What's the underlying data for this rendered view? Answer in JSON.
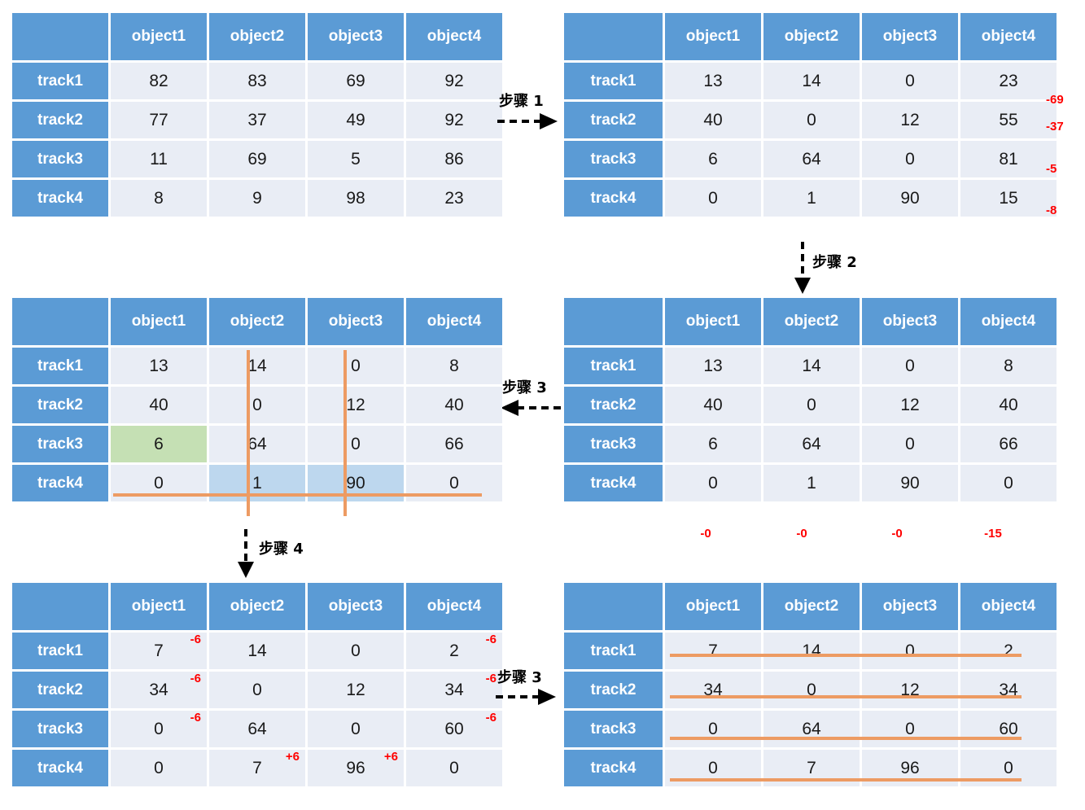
{
  "columns": [
    "object1",
    "object2",
    "object3",
    "object4"
  ],
  "rows": [
    "track1",
    "track2",
    "track3",
    "track4"
  ],
  "colors": {
    "header_blue": "#5b9bd5",
    "cell_gray": "#e9edf5",
    "highlight_green": "#c5e0b4",
    "highlight_blue": "#bdd7ee",
    "line_orange": "#ed9b63",
    "annotation_red": "#ff0000",
    "zero_green": "#70ad47"
  },
  "tables": {
    "t1": {
      "name": "original-cost-matrix",
      "values": [
        [
          "82",
          "83",
          "69",
          "92"
        ],
        [
          "77",
          "37",
          "49",
          "92"
        ],
        [
          "11",
          "69",
          "5",
          "86"
        ],
        [
          "8",
          "9",
          "98",
          "23"
        ]
      ]
    },
    "t2": {
      "name": "row-reduced-matrix",
      "values": [
        [
          "13",
          "14",
          "0",
          "23"
        ],
        [
          "40",
          "0",
          "12",
          "55"
        ],
        [
          "6",
          "64",
          "0",
          "81"
        ],
        [
          "0",
          "1",
          "90",
          "15"
        ]
      ],
      "row_reductions": [
        "-69",
        "-37",
        "-5",
        "-8"
      ]
    },
    "t3": {
      "name": "column-reduced-matrix",
      "values": [
        [
          "13",
          "14",
          "0",
          "8"
        ],
        [
          "40",
          "0",
          "12",
          "40"
        ],
        [
          "6",
          "64",
          "0",
          "66"
        ],
        [
          "0",
          "1",
          "90",
          "0"
        ]
      ],
      "col_reductions": [
        "-0",
        "-0",
        "-0",
        "-15"
      ]
    },
    "t4": {
      "name": "minimum-line-cover-matrix",
      "values": [
        [
          "13",
          "14",
          "0",
          "8"
        ],
        [
          "40",
          "0",
          "12",
          "40"
        ],
        [
          "6",
          "64",
          "0",
          "66"
        ],
        [
          "0",
          "1",
          "90",
          "0"
        ]
      ],
      "green_cells": [
        [
          2,
          0
        ]
      ],
      "blue_cells": [
        [
          3,
          1
        ],
        [
          3,
          2
        ]
      ]
    },
    "t5": {
      "name": "adjusted-matrix",
      "values": [
        [
          "7",
          "14",
          "0",
          "2"
        ],
        [
          "34",
          "0",
          "12",
          "34"
        ],
        [
          "0",
          "64",
          "0",
          "60"
        ],
        [
          "0",
          "7",
          "96",
          "0"
        ]
      ],
      "deltas": [
        [
          "-6",
          "",
          "",
          "-6"
        ],
        [
          "-6",
          "",
          "",
          "-6"
        ],
        [
          "-6",
          "",
          "",
          "-6"
        ],
        [
          "",
          "+6",
          "+6",
          ""
        ]
      ]
    },
    "t6": {
      "name": "final-assignment-matrix",
      "values": [
        [
          "7",
          "14",
          "0",
          "2"
        ],
        [
          "34",
          "0",
          "12",
          "34"
        ],
        [
          "0",
          "64",
          "0",
          "60"
        ],
        [
          "0",
          "7",
          "96",
          "0"
        ]
      ],
      "green_zero_cells": [
        [
          0,
          2
        ],
        [
          1,
          1
        ],
        [
          2,
          0
        ],
        [
          3,
          3
        ]
      ]
    }
  },
  "steps": {
    "s1": {
      "label": "步骤 1",
      "direction": "right"
    },
    "s2": {
      "label": "步骤 2",
      "direction": "down"
    },
    "s3": {
      "label": "步骤 3",
      "direction": "left"
    },
    "s4": {
      "label": "步骤 4",
      "direction": "down"
    },
    "s5": {
      "label": "步骤 3",
      "direction": "right"
    }
  }
}
